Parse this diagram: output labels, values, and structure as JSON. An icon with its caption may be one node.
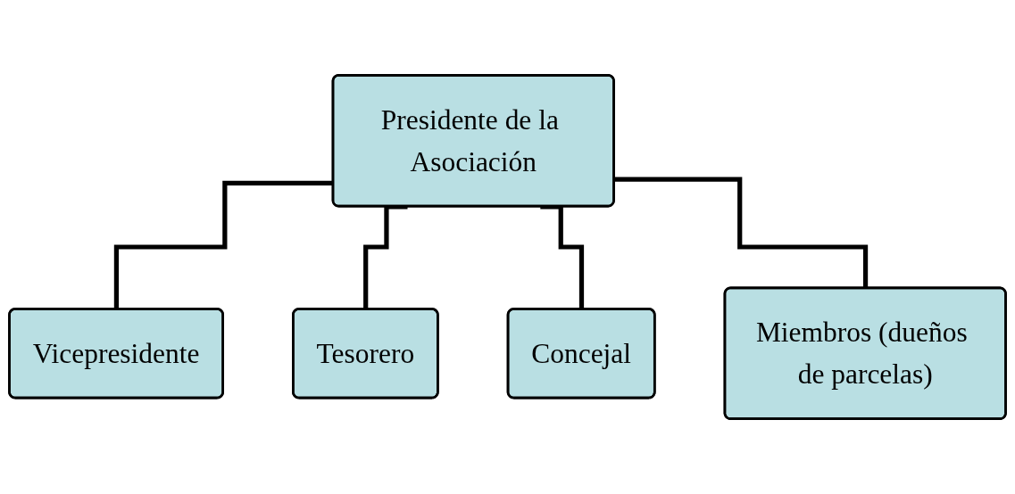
{
  "diagram": {
    "nodes": [
      {
        "text": [
          "Presidente de la Asociación"
        ]
      },
      {
        "text": [
          "Vicepresidente"
        ]
      },
      {
        "text": [
          "Tesorero"
        ]
      },
      {
        "text": [
          "Concejal"
        ]
      },
      {
        "text": [
          "Miembros (dueños de parcelas)"
        ]
      }
    ],
    "edges": [
      {
        "from": 0,
        "to": 1,
        "arrow": "none"
      },
      {
        "from": 0,
        "to": 2,
        "arrow": "none"
      },
      {
        "from": 0,
        "to": 3,
        "arrow": "none"
      },
      {
        "from": 0,
        "to": 4,
        "arrow": "none"
      }
    ]
  }
}
